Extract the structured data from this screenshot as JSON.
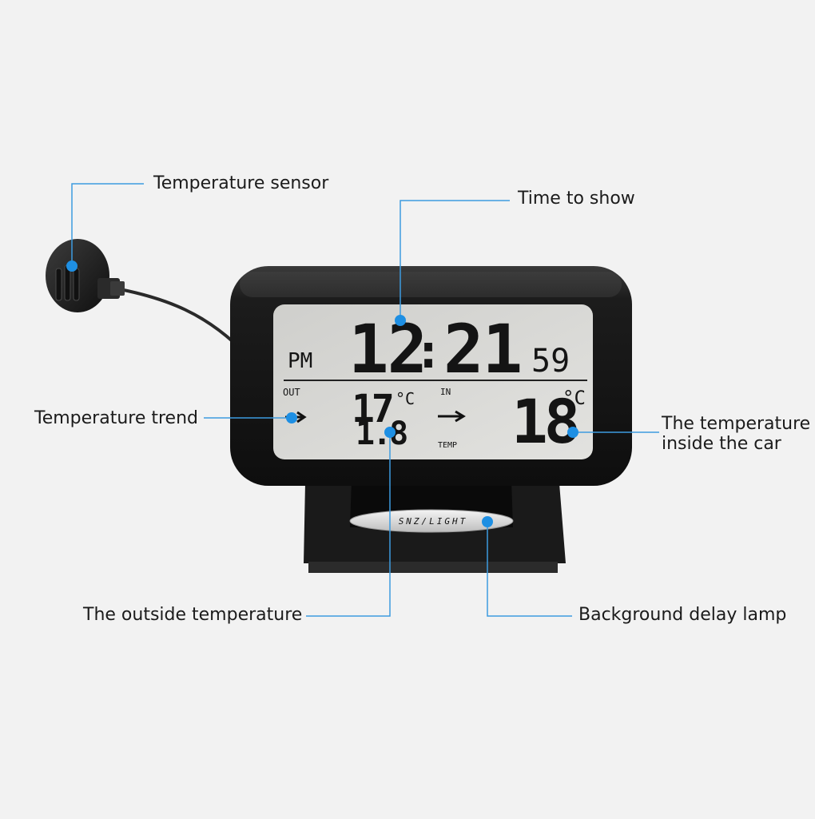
{
  "callouts": {
    "sensor": "Temperature sensor",
    "time": "Time to show",
    "trend": "Temperature trend",
    "inside_line1": "The temperature",
    "inside_line2": "inside the car",
    "outside": "The outside temperature",
    "lamp": "Background delay lamp"
  },
  "display": {
    "meridiem": "PM",
    "hours": "12",
    "colon": ":",
    "minutes": "21",
    "seconds": "59",
    "out_label": "OUT",
    "in_label": "IN",
    "temp_label": "TEMP",
    "out_temp_main": "17",
    "out_unit": "°C",
    "out_temp_sub": "1.8",
    "in_temp": "18",
    "in_unit": "°C",
    "button_label": "SNZ/LIGHT"
  },
  "colors": {
    "callout_line": "#3d9be0",
    "marker": "#1e8fe3",
    "lcd_bg": "#d8d8d6",
    "device_body": "#1a1a1a"
  }
}
